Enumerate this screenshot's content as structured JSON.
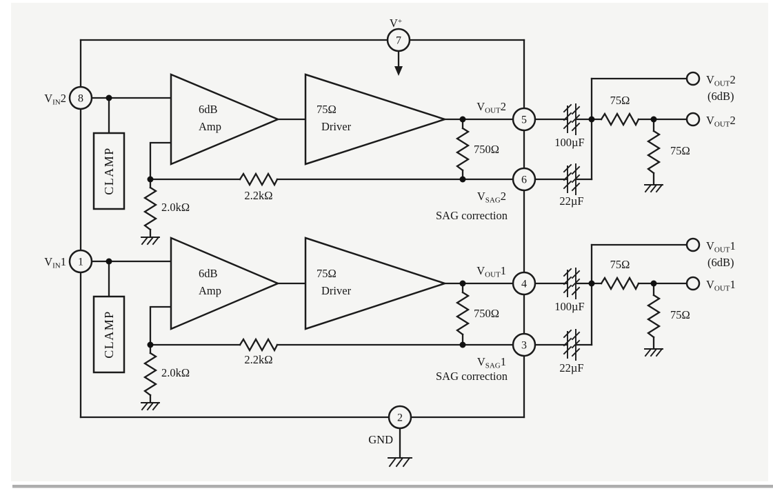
{
  "colors": {
    "ink": "#1b1b1b",
    "paper": "#f5f5f3"
  },
  "power": {
    "v": "V",
    "plus": "+",
    "pin": "7"
  },
  "gnd": {
    "label": "GND",
    "pin": "2"
  },
  "ch2": {
    "vin": {
      "v": "V",
      "sub": "IN",
      "n": "2"
    },
    "pin_in": "8",
    "clamp": "CLAMP",
    "amp1": "6dB",
    "amp2": "Amp",
    "drv1": "75Ω",
    "drv2": "Driver",
    "r_gnd": "2.0kΩ",
    "r_fb": "2.2kΩ",
    "r_sag": "750Ω",
    "vout": {
      "v": "V",
      "sub": "OUT",
      "n": "2"
    },
    "vsag": {
      "v": "V",
      "sub": "SAG",
      "n": "2"
    },
    "note": "SAG correction",
    "pin_out": "5",
    "pin_sag": "6",
    "cap_out": "100µF",
    "cap_sag": "22µF",
    "r_ser": "75Ω",
    "r_load": "75Ω",
    "t6": {
      "v": "V",
      "sub": "OUT",
      "n": "2",
      "note": "(6dB)"
    },
    "t1": {
      "v": "V",
      "sub": "OUT",
      "n": "2"
    }
  },
  "ch1": {
    "vin": {
      "v": "V",
      "sub": "IN",
      "n": "1"
    },
    "pin_in": "1",
    "clamp": "CLAMP",
    "amp1": "6dB",
    "amp2": "Amp",
    "drv1": "75Ω",
    "drv2": "Driver",
    "r_gnd": "2.0kΩ",
    "r_fb": "2.2kΩ",
    "r_sag": "750Ω",
    "vout": {
      "v": "V",
      "sub": "OUT",
      "n": "1"
    },
    "vsag": {
      "v": "V",
      "sub": "SAG",
      "n": "1"
    },
    "note": "SAG correction",
    "pin_out": "4",
    "pin_sag": "3",
    "cap_out": "100µF",
    "cap_sag": "22µF",
    "r_ser": "75Ω",
    "r_load": "75Ω",
    "t6": {
      "v": "V",
      "sub": "OUT",
      "n": "1",
      "note": "(6dB)"
    },
    "t1": {
      "v": "V",
      "sub": "OUT",
      "n": "1"
    }
  }
}
